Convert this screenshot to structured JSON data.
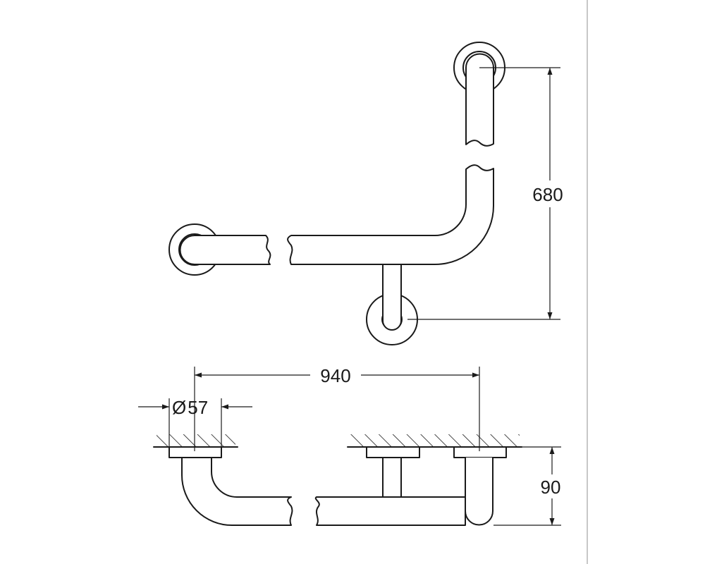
{
  "dimensions": {
    "height_total": "680",
    "width_total": "940",
    "diameter_symbol": "Ø",
    "diameter_value": "57",
    "wall_projection": "90"
  },
  "colors": {
    "line": "#1a1a1a",
    "background": "#ffffff",
    "frame_divider": "#c8c8c8"
  }
}
